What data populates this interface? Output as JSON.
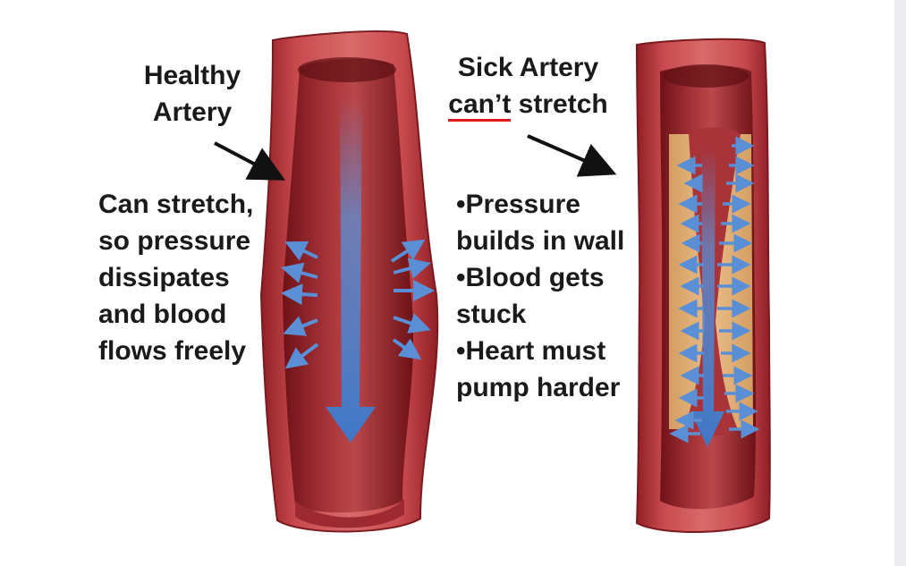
{
  "healthy": {
    "title_line1": "Healthy",
    "title_line2": "Artery",
    "desc_lines": [
      "Can stretch,",
      "so pressure",
      "dissipates",
      "and blood",
      "flows freely"
    ]
  },
  "sick": {
    "title_line1": "Sick Artery",
    "title_line2_underlined": "can’t",
    "title_line2_rest": " stretch",
    "bullets": [
      "•Pressure",
      "builds in wall",
      "•Blood gets",
      "stuck",
      "•Heart must",
      "pump harder"
    ]
  },
  "colors": {
    "artery_wall": "#b8333a",
    "artery_lumen": "#8e1d22",
    "plaque": "#e6b87a",
    "flow_arrow": "#5a8fd6",
    "underline": "#e01a1a"
  }
}
